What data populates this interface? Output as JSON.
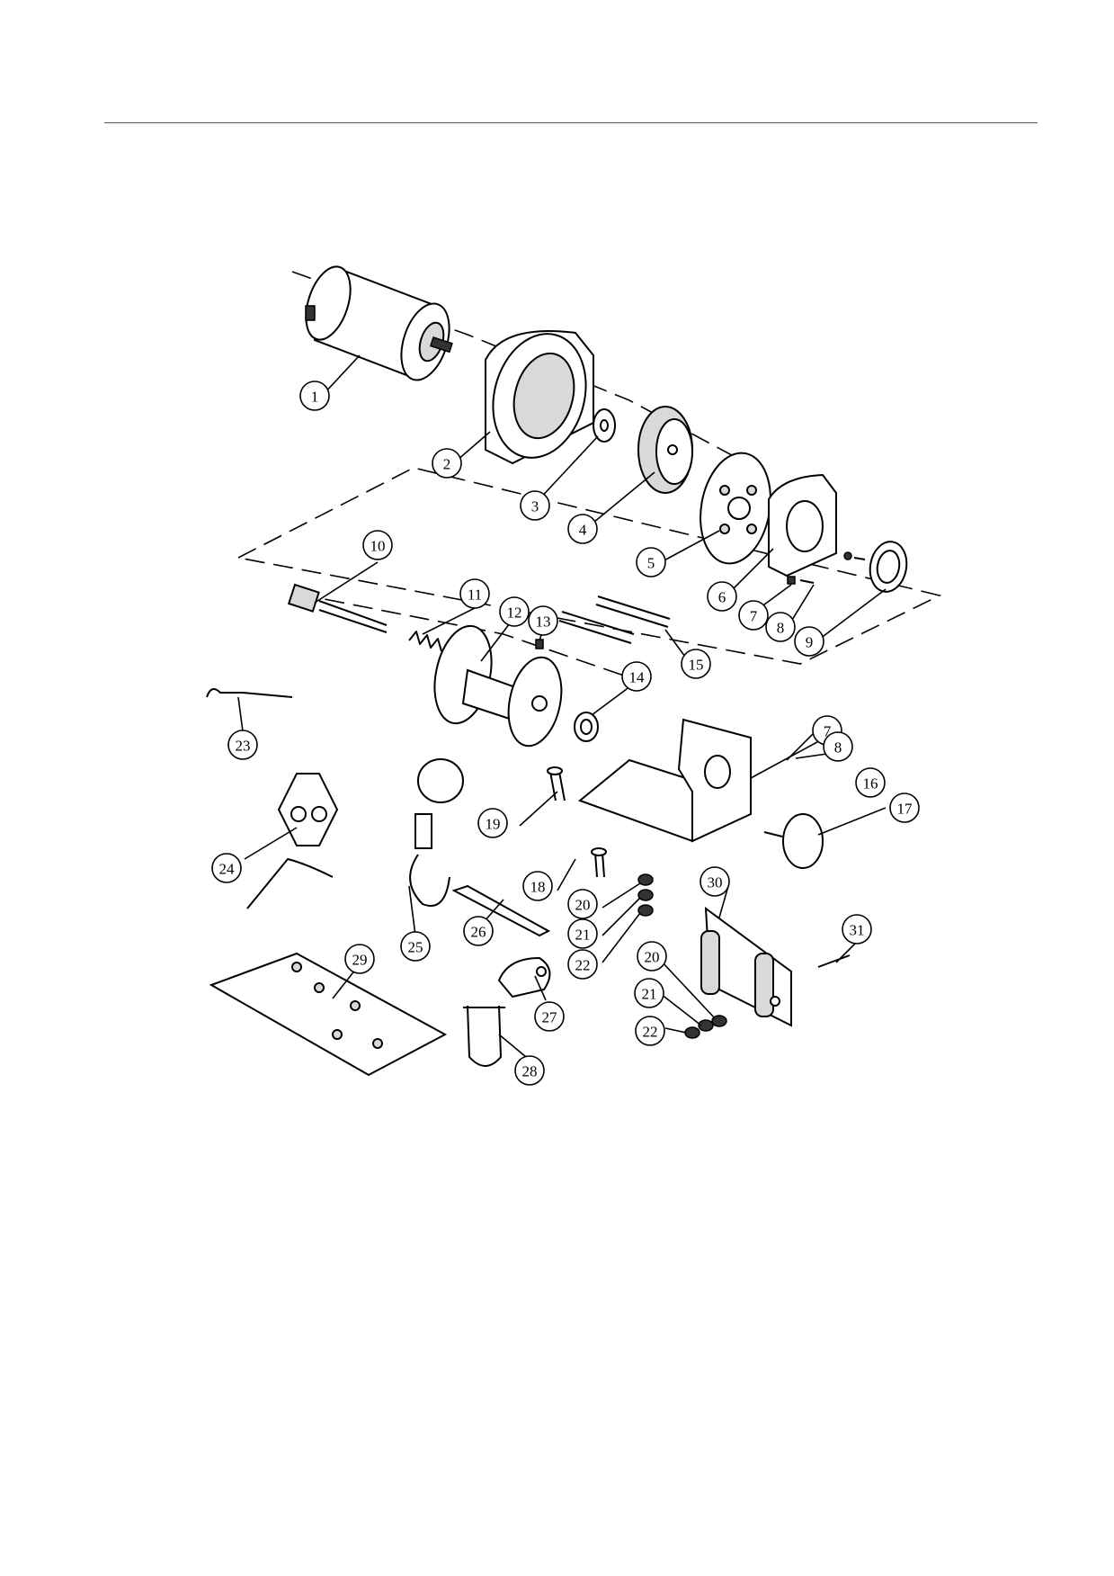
{
  "diagram": {
    "callouts": [
      "1",
      "2",
      "3",
      "4",
      "5",
      "6",
      "7",
      "8",
      "9",
      "10",
      "11",
      "12",
      "13",
      "14",
      "15",
      "16",
      "7",
      "8",
      "17",
      "18",
      "19",
      "20",
      "21",
      "22",
      "20",
      "21",
      "22",
      "23",
      "24",
      "25",
      "26",
      "27",
      "28",
      "29",
      "30",
      "31"
    ]
  }
}
